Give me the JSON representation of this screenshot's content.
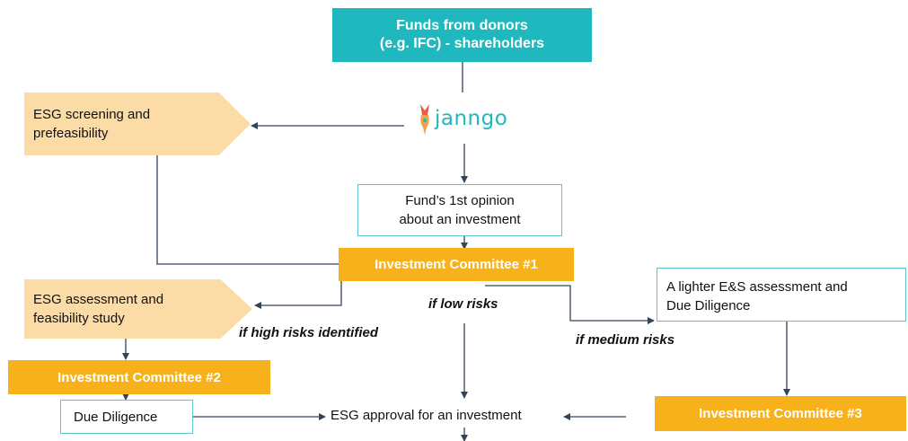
{
  "nodes": {
    "donors": "Funds from donors\n(e.g. IFC) - shareholders",
    "logo": "Janngo",
    "esg_screening": "ESG screening and\nprefeasibility",
    "first_opinion": "Fund’s 1st opinion\nabout an investment",
    "ic1": "Investment Committee #1",
    "esg_assessment": "ESG assessment and\nfeasibility study",
    "lighter_assessment": "A lighter E&S assessment and\nDue Diligence",
    "ic2": "Investment Committee #2",
    "due_diligence": "Due Diligence",
    "esg_approval": "ESG approval for an investment",
    "ic3": "Investment Committee #3"
  },
  "conditions": {
    "high": "if high risks identified",
    "low": "if low risks",
    "medium": "if medium risks"
  },
  "colors": {
    "teal": "#20b8bf",
    "orange": "#f7b21b",
    "peach": "#fcdca6",
    "line": "#33455a"
  }
}
